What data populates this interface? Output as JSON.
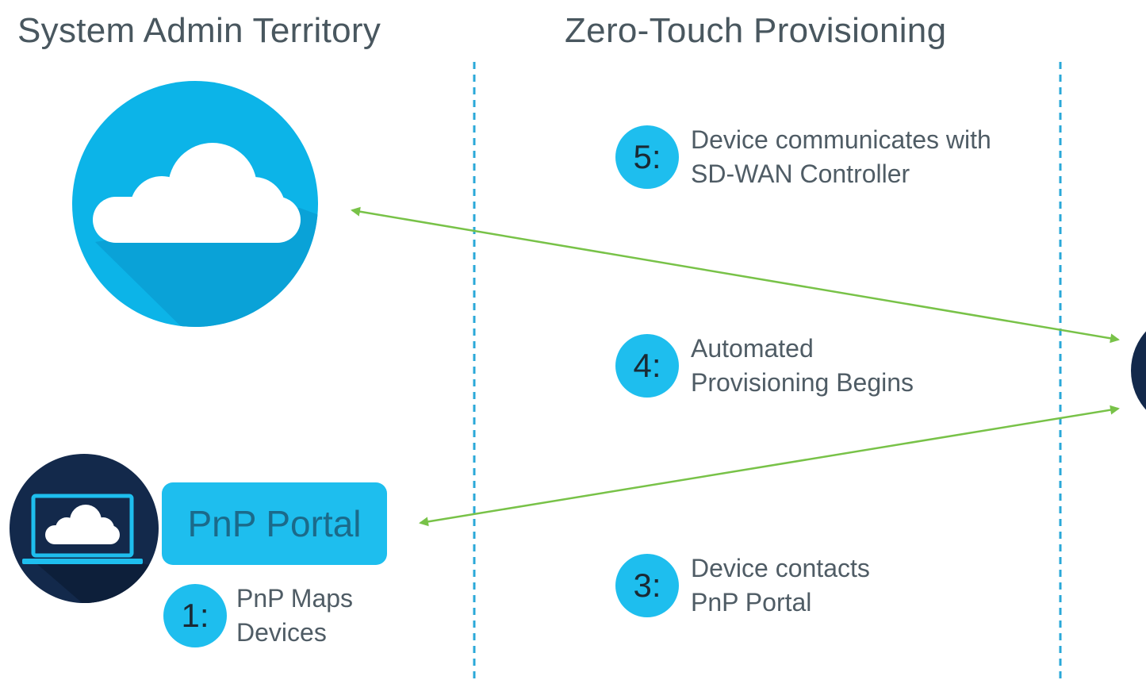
{
  "titles": {
    "left": "System Admin Territory",
    "center": "Zero-Touch Provisioning"
  },
  "pnp_portal": {
    "label": "PnP Portal"
  },
  "steps": [
    {
      "id": "step-5",
      "badge": "5:",
      "lines": [
        "Device communicates with",
        "SD-WAN Controller"
      ]
    },
    {
      "id": "step-4",
      "badge": "4:",
      "lines": [
        "Automated",
        "Provisioning Begins"
      ]
    },
    {
      "id": "step-3",
      "badge": "3:",
      "lines": [
        "Device contacts",
        "PnP Portal"
      ]
    },
    {
      "id": "step-1",
      "badge": "1:",
      "lines": [
        "PnP Maps",
        "Devices"
      ]
    }
  ],
  "icons": [
    "cloud-icon",
    "laptop-cloud-icon",
    "device-icon"
  ],
  "colors": {
    "accent_blue": "#1ebeee",
    "cloud_circle": "#0cb4e8",
    "navy": "#10294a",
    "arrow_green": "#78c248",
    "divider_blue": "#2aa8d8",
    "title_gray": "#49575f"
  }
}
